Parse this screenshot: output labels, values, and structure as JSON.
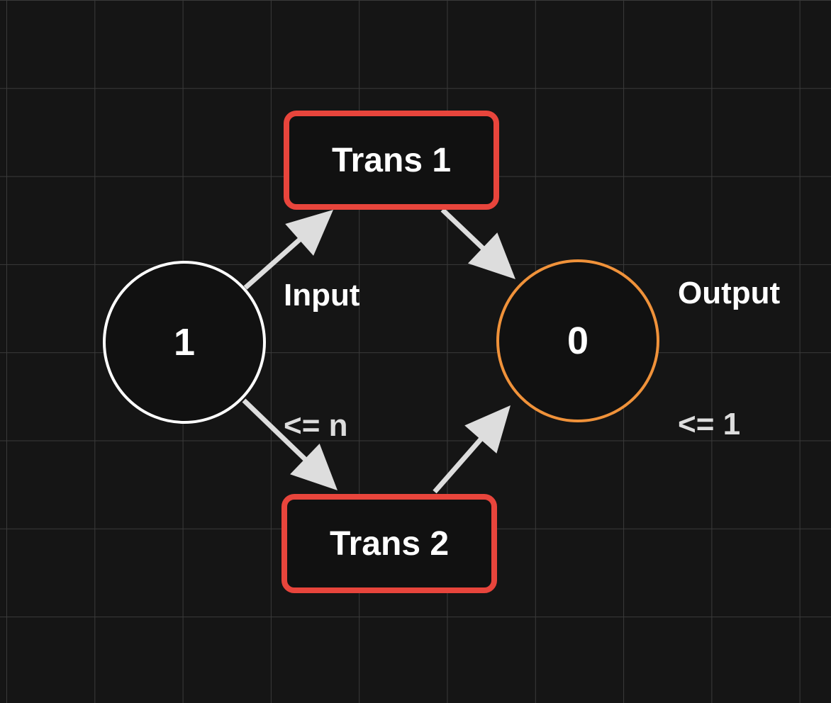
{
  "colors": {
    "background": "#151515",
    "grid": "#3a3a3a",
    "place_input_border": "#ffffff",
    "place_output_border": "#f0923a",
    "transition_border": "#e8453c",
    "arrow": "#dddddd",
    "text": "#ffffff",
    "muted_text": "#dddddd"
  },
  "places": [
    {
      "id": "input",
      "tokens": "1",
      "name": "Input",
      "capacity": "<= n"
    },
    {
      "id": "output",
      "tokens": "0",
      "name": "Output",
      "capacity": "<= 1"
    }
  ],
  "transitions": [
    {
      "id": "t1",
      "label": "Trans 1"
    },
    {
      "id": "t2",
      "label": "Trans 2"
    }
  ],
  "arcs": [
    {
      "from": "input",
      "to": "t1"
    },
    {
      "from": "input",
      "to": "t2"
    },
    {
      "from": "t1",
      "to": "output"
    },
    {
      "from": "t2",
      "to": "output"
    }
  ]
}
